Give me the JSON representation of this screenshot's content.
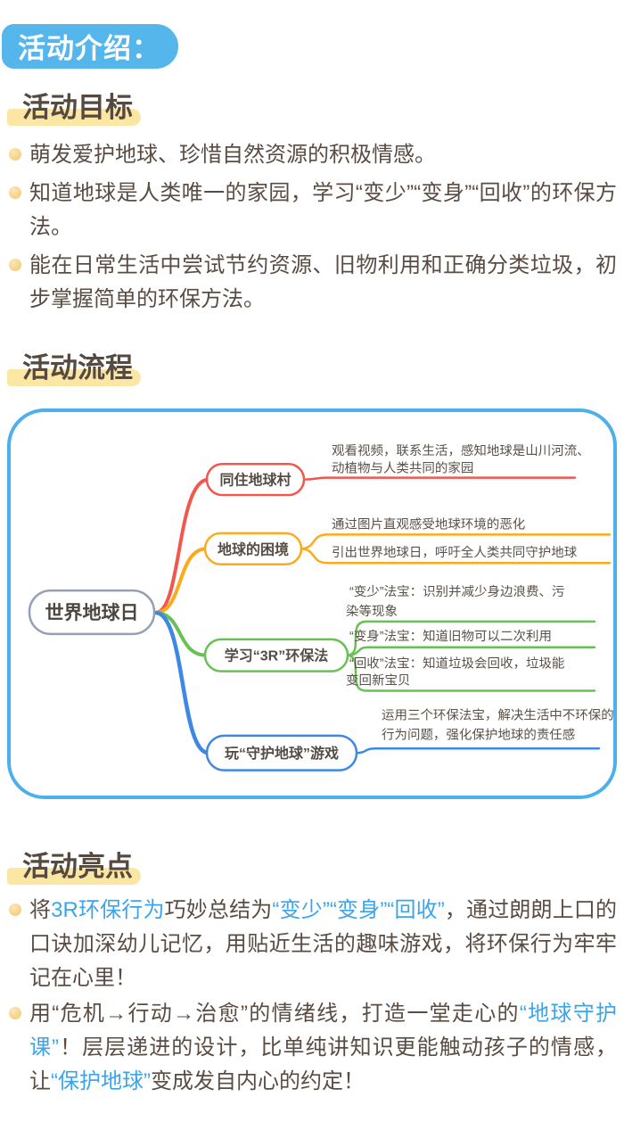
{
  "header": {
    "title": "活动介绍：",
    "bg_color": "#55b6eb",
    "text_color": "#ffffff"
  },
  "colors": {
    "body_text": "#5a4c42",
    "accent_blue_text": "#3ba4ea",
    "heading_highlight": "#fbe7a3",
    "bullet_dot": "#f6cf85",
    "panel_border": "#4cb0ea",
    "root_border": "#93a0b5"
  },
  "sections": {
    "goals": {
      "heading": "活动目标",
      "items": [
        {
          "segments": [
            {
              "text": "萌发爱护地球、珍惜自然资源的积极情感。"
            }
          ]
        },
        {
          "segments": [
            {
              "text": "知道地球是人类唯一的家园，学习“变少”“变身”“回收”的环保方法。"
            }
          ]
        },
        {
          "segments": [
            {
              "text": "能在日常生活中尝试节约资源、旧物利用和正确分类垃圾，初步掌握简单的环保方法。"
            }
          ]
        }
      ]
    },
    "process": {
      "heading": "活动流程"
    },
    "highlights": {
      "heading": "活动亮点",
      "items": [
        {
          "segments": [
            {
              "text": "将"
            },
            {
              "text": "3R环保行为"
            },
            {
              "text": "巧妙总结为"
            },
            {
              "text": "“变少”“变身”“回收”"
            },
            {
              "text": "，通过朗朗上口的口诀加深幼儿记忆，用贴近生活的趣味游戏，将环保行为牢牢记在心里！"
            }
          ]
        },
        {
          "segments": [
            {
              "text": "用“危机→行动→治愈”的情绪线，打造一堂走心的"
            },
            {
              "text": "“地球守护课”"
            },
            {
              "text": "！层层递进的设计，比单纯讲知识更能触动孩子的情感，让"
            },
            {
              "text": "“保护地球”"
            },
            {
              "text": "变成发自内心的约定！"
            }
          ]
        }
      ]
    }
  },
  "mindmap": {
    "root": "世界地球日",
    "branches": [
      {
        "label": "同住地球村",
        "color": "#f2574d",
        "leaves": [
          {
            "lines": [
              "观看视频，联系生活，感知地球是山川河流、",
              "动植物与人类共同的家园"
            ]
          }
        ]
      },
      {
        "label": "地球的困境",
        "color": "#fbaa1d",
        "leaves": [
          {
            "lines": [
              "通过图片直观感受地球环境的恶化"
            ]
          },
          {
            "lines": [
              "引出世界地球日，呼吁全人类共同守护地球"
            ]
          }
        ]
      },
      {
        "label": "学习“3R”环保法",
        "color": "#67c153",
        "leaves": [
          {
            "lines": [
              "“变少”法宝：识别并减少身边浪费、污",
              "染等现象"
            ]
          },
          {
            "lines": [
              "“变身”法宝：知道旧物可以二次利用"
            ]
          },
          {
            "lines": [
              "“回收”法宝：知道垃圾会回收，垃圾能",
              "变回新宝贝"
            ]
          }
        ]
      },
      {
        "label": "玩“守护地球”游戏",
        "color": "#3e87e4",
        "leaves": [
          {
            "lines": [
              "运用三个环保法宝，解决生活中不环保的",
              "行为问题，强化保护地球的责任感"
            ]
          }
        ]
      }
    ]
  }
}
